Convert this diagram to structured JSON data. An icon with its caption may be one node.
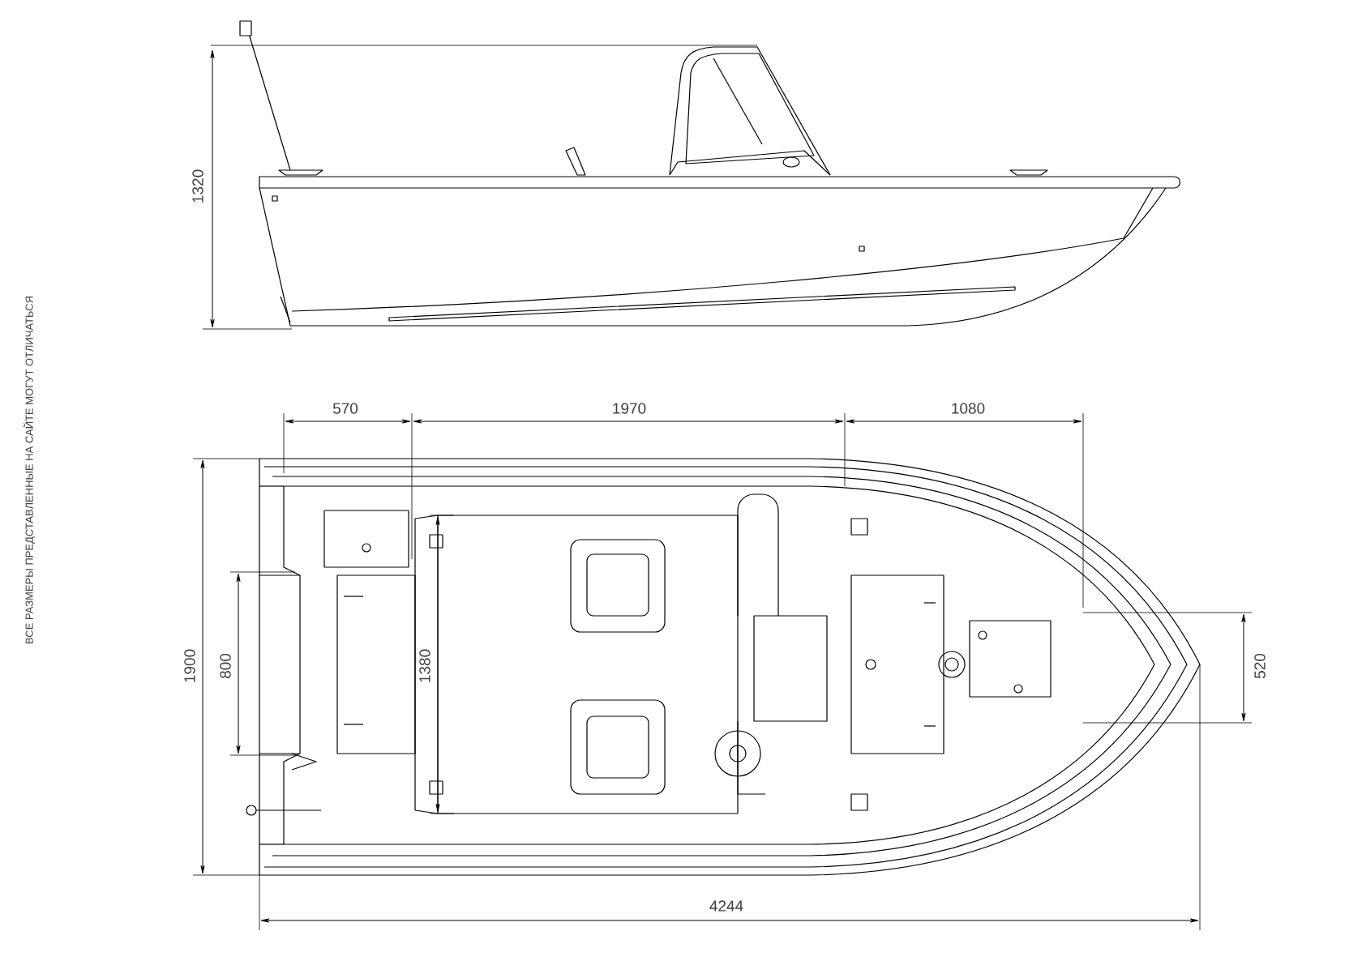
{
  "diagram": {
    "labels": [
      "ВСЕ РАЗМЕРЫ ПРЕДСТАВЛЕННЫЕ НА САЙТЕ МОГУТ ОТЛИЧАТЬСЯ",
      "1320",
      "570",
      "1970",
      "1080",
      "1900",
      "800",
      "1380",
      "520",
      "4244"
    ]
  }
}
